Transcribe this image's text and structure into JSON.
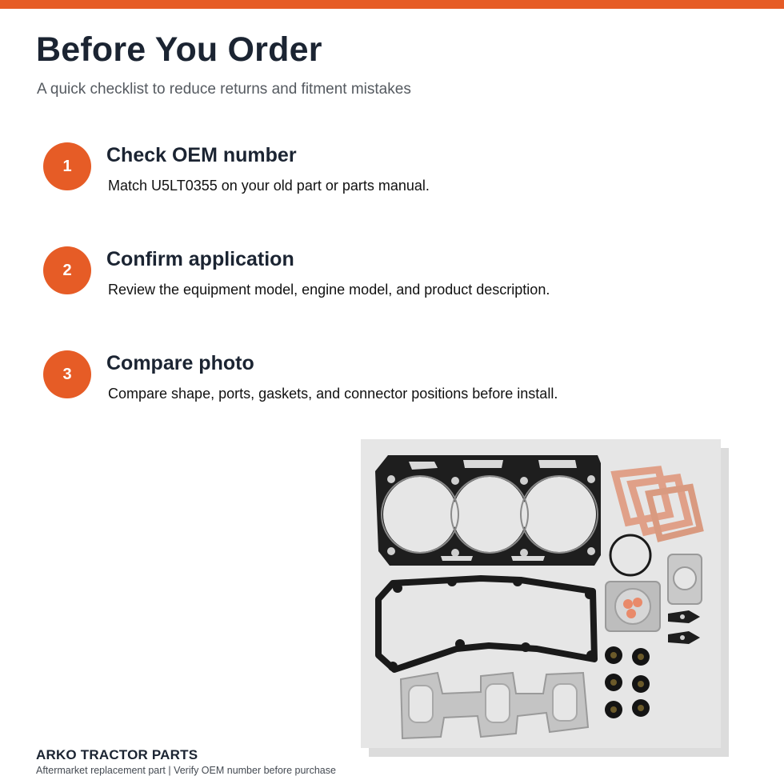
{
  "colors": {
    "accent": "#e65c26",
    "heading": "#1b2432",
    "muted": "#555a60"
  },
  "header": {
    "title": "Before You Order",
    "subtitle": "A quick checklist to reduce returns and fitment mistakes"
  },
  "steps": [
    {
      "number": "1",
      "title": "Check OEM number",
      "description": "Match U5LT0355 on your old part or parts manual."
    },
    {
      "number": "2",
      "title": "Confirm application",
      "description": "Review the equipment model, engine model, and product description."
    },
    {
      "number": "3",
      "title": "Compare photo",
      "description": "Compare shape, ports, gaskets, and connector positions before install."
    }
  ],
  "product_photo": {
    "icon": "gasket-kit-photo"
  },
  "footer": {
    "brand": "ARKO TRACTOR PARTS",
    "disclaimer": "Aftermarket replacement part | Verify OEM number before purchase"
  }
}
